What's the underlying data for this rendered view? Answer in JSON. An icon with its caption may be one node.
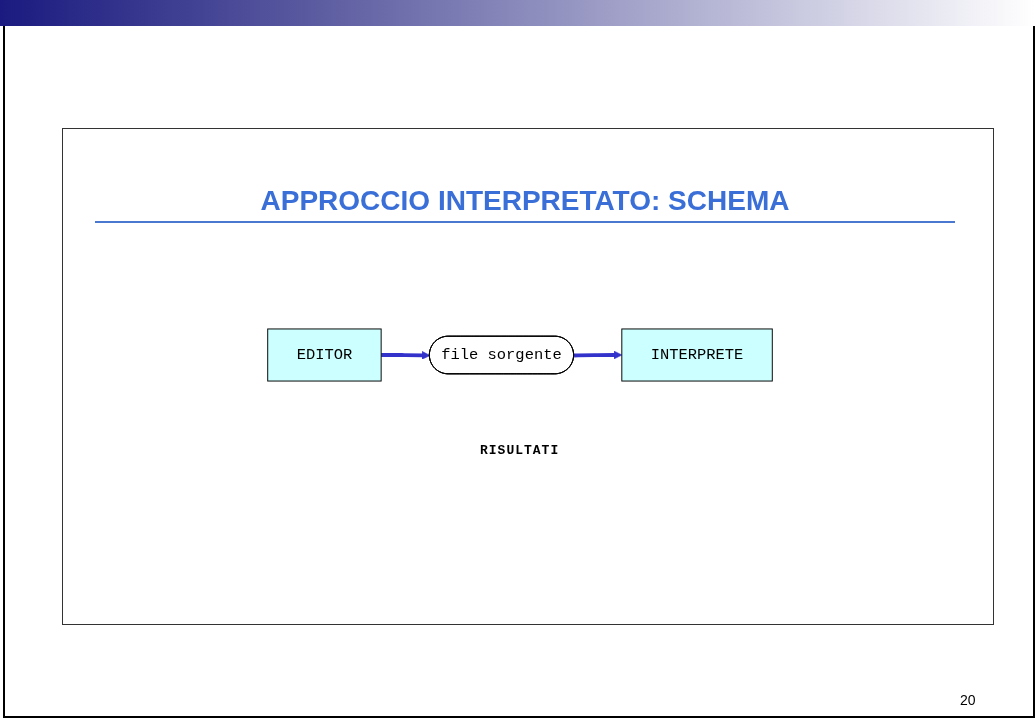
{
  "diagram": {
    "title": "APPROCCIO INTERPRETATO: SCHEMA",
    "nodes": [
      {
        "text": [
          "EDITOR"
        ]
      },
      {
        "text": [
          "file sorgente"
        ]
      },
      {
        "text": [
          "INTERPRETE"
        ]
      }
    ],
    "edges": [
      {
        "from": 0,
        "to": 1,
        "arrow": "to"
      },
      {
        "from": 1,
        "to": 2,
        "arrow": "to"
      }
    ],
    "labels": [
      "RISULTATI",
      "20"
    ]
  }
}
